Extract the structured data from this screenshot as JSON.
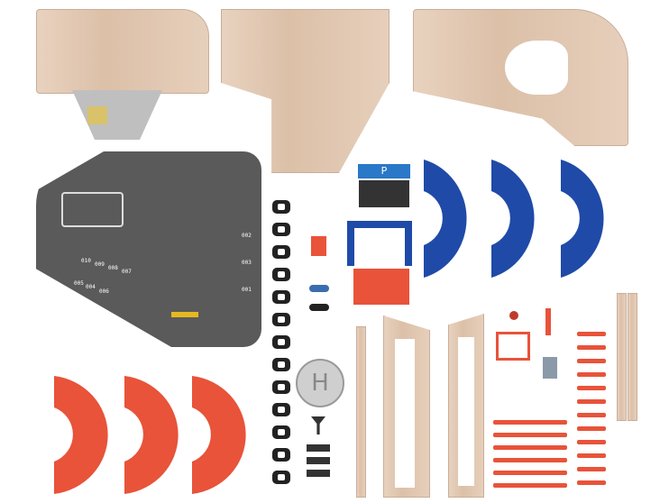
{
  "helipad": {
    "letter": "H"
  },
  "sign": {
    "letter": "P"
  },
  "spots": [
    "001",
    "002",
    "003",
    "004",
    "005",
    "006",
    "007",
    "008",
    "009",
    "010"
  ],
  "colors": {
    "wood": "#dfc5ae",
    "grey": "#5a5a5a",
    "blue": "#1f4aa8",
    "red": "#e8533a"
  }
}
